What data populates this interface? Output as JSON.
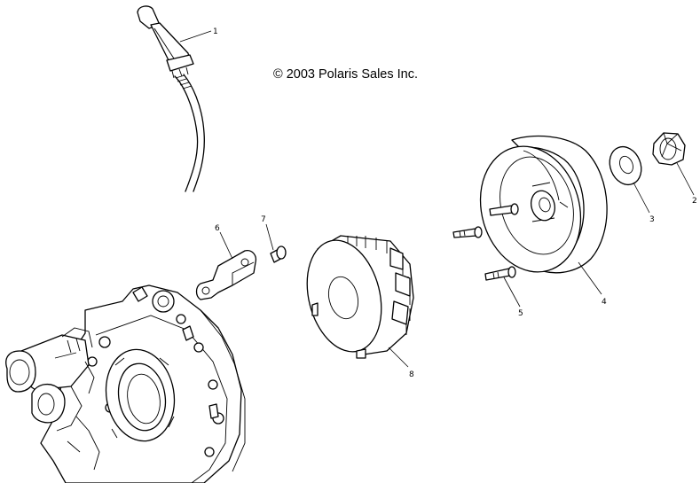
{
  "copyright": "© 2003 Polaris Sales Inc.",
  "callouts": {
    "c1": "1",
    "c2": "2",
    "c3": "3",
    "c4": "4",
    "c5": "5",
    "c6": "6",
    "c7": "7",
    "c8": "8"
  }
}
